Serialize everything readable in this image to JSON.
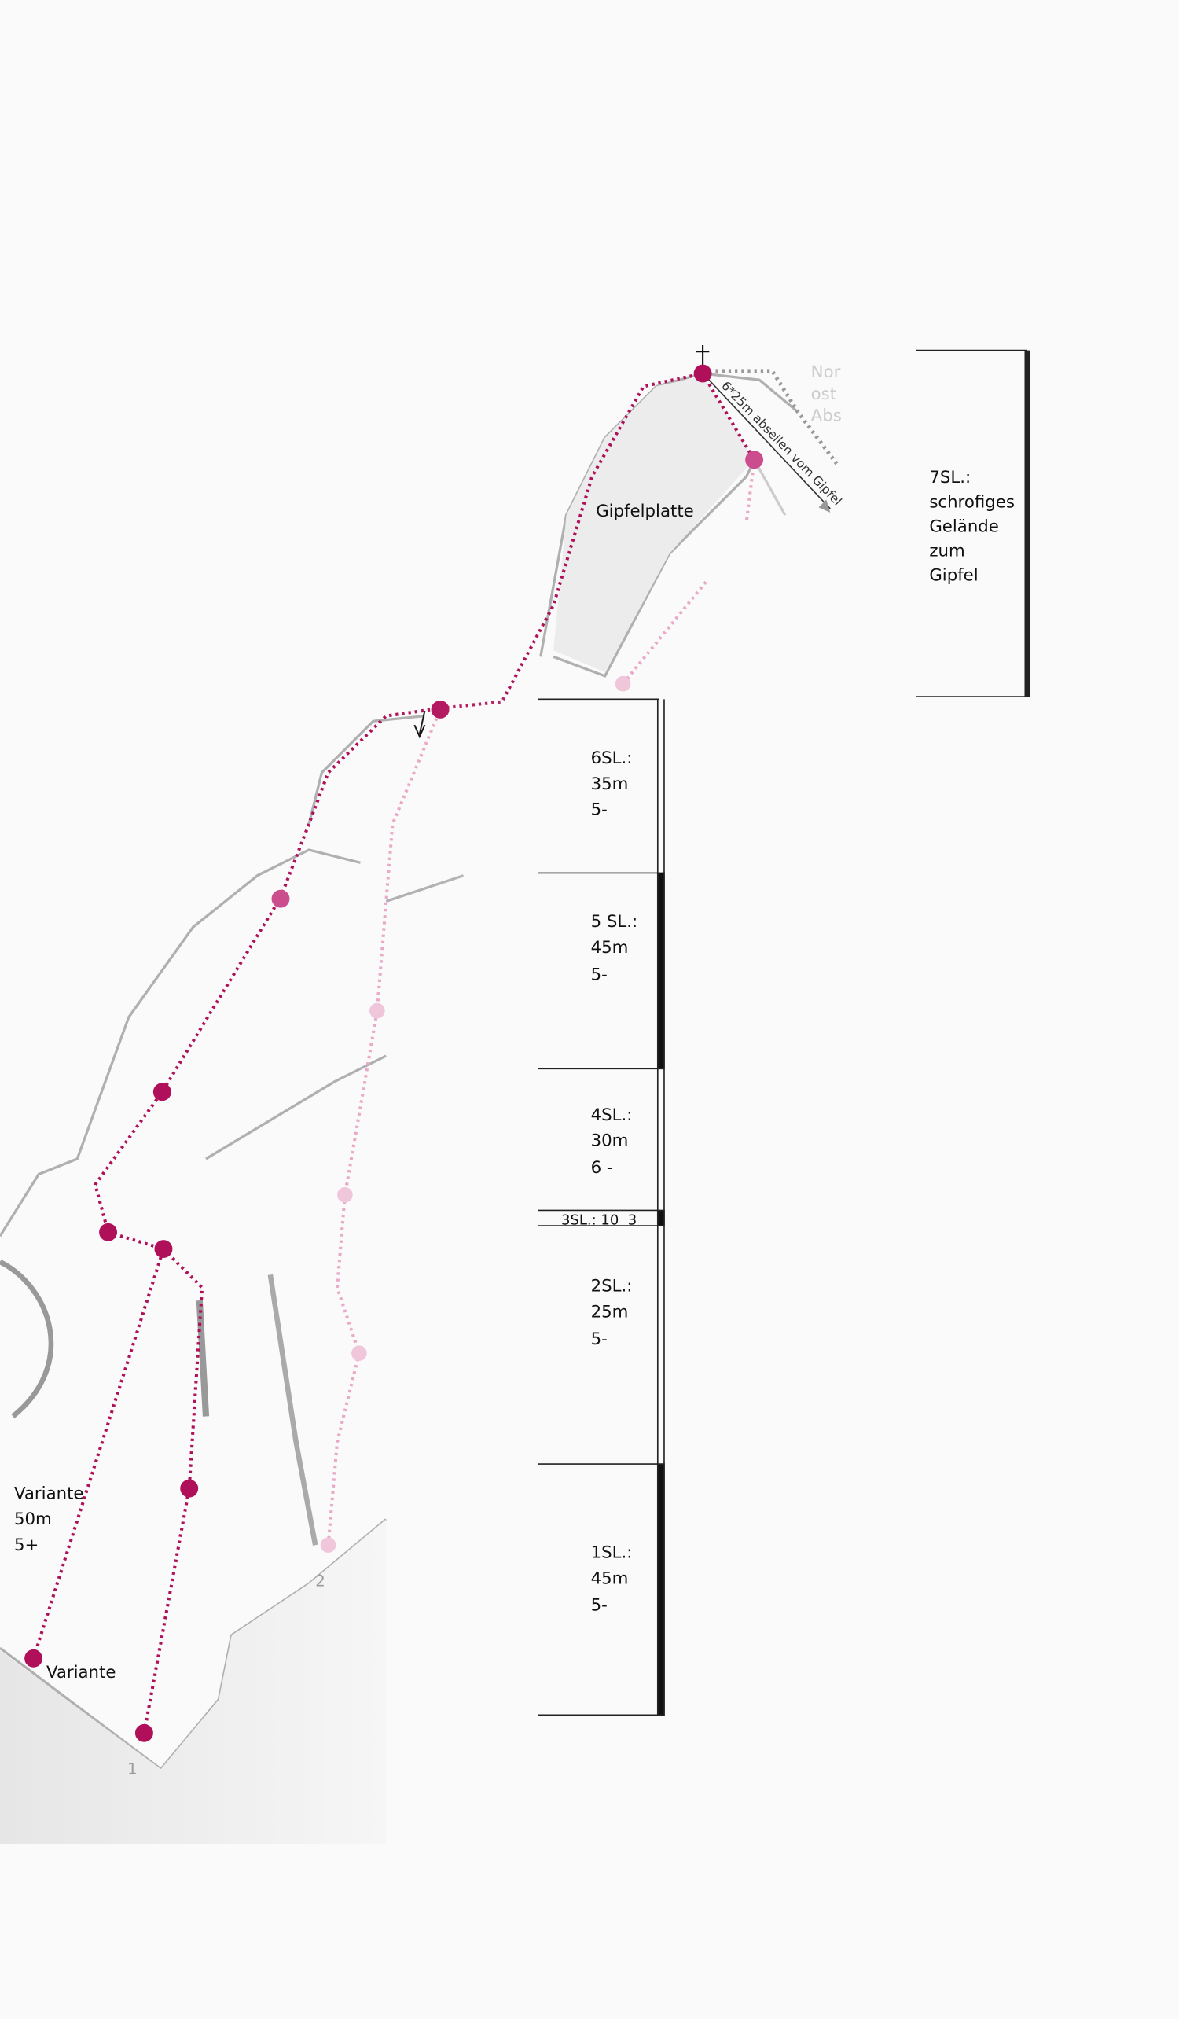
{
  "topo": {
    "summit_label": "Gipfelplatte",
    "rappel_label": "6*25m abseilen vom Gipfel",
    "descent_fragments": [
      "Nor",
      "ost",
      "Abs"
    ],
    "start_labels": [
      "1",
      "2"
    ],
    "variant": {
      "lines": [
        "Variante",
        "50m",
        "5+"
      ],
      "start_label": "Variante"
    },
    "pitches": [
      {
        "lines": [
          "7SL.:",
          "schrofiges",
          "Gelände",
          "zum",
          "Gipfel"
        ]
      },
      {
        "lines": [
          "6SL.:",
          "35m",
          "5-"
        ]
      },
      {
        "lines": [
          "5 SL.:",
          "45m",
          "5-"
        ]
      },
      {
        "lines": [
          "4SL.:",
          "30m",
          "6 -"
        ]
      },
      {
        "lines": [
          "3SL.: 10  3"
        ]
      },
      {
        "lines": [
          "2SL.:",
          "25m",
          "5-"
        ]
      },
      {
        "lines": [
          "1SL.:",
          "45m",
          "5-"
        ]
      }
    ],
    "colors": {
      "route": "#b0105a",
      "route_light": "#e9a9c8",
      "belay_mid": "#cc4d8e",
      "rock_line": "#b0b0b0"
    }
  }
}
